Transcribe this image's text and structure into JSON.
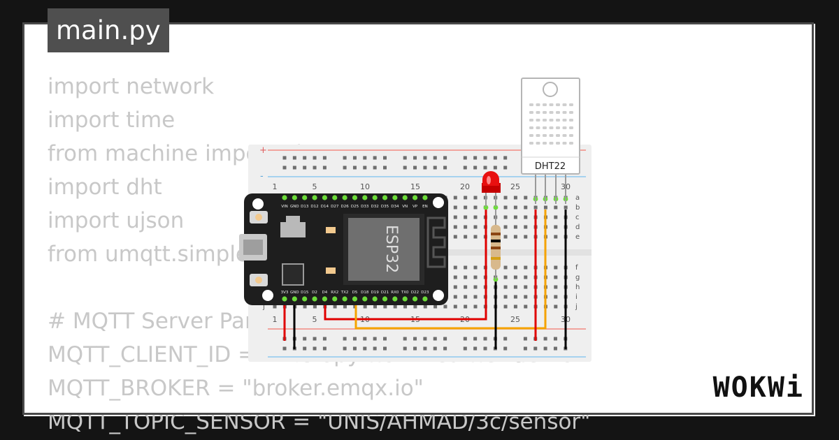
{
  "tab": {
    "filename": "main.py"
  },
  "code": {
    "lines": [
      "import network",
      "import time",
      "from machine import Pin",
      "import dht",
      "import ujson",
      "from umqtt.simple import MQTTClient",
      "",
      "# MQTT Server Parameters",
      "MQTT_CLIENT_ID = \"micropython-weather-demo\"",
      "MQTT_BROKER = \"broker.emqx.io\"",
      "MQTT_TOPIC_SENSOR = \"UNIS/AHMAD/3c/sensor\""
    ]
  },
  "board": {
    "chip_label": "ESP32",
    "top_pins": [
      "VIN",
      "GND",
      "D13",
      "D12",
      "D14",
      "D27",
      "D26",
      "D25",
      "D33",
      "D32",
      "D35",
      "D34",
      "VN",
      "VP",
      "EN"
    ],
    "bottom_pins": [
      "3V3",
      "GND",
      "D15",
      "D2",
      "D4",
      "RX2",
      "TX2",
      "D5",
      "D18",
      "D19",
      "D21",
      "RX0",
      "TX0",
      "D22",
      "D23"
    ]
  },
  "breadboard": {
    "column_numbers": [
      "1",
      "5",
      "10",
      "15",
      "20",
      "25",
      "30"
    ],
    "row_letters_top": [
      "a",
      "b",
      "c",
      "d",
      "e"
    ],
    "row_letters_bottom": [
      "f",
      "g",
      "h",
      "i",
      "j"
    ],
    "rail_plus": "+",
    "rail_minus": "-"
  },
  "sensor": {
    "label": "DHT22"
  },
  "brand": {
    "logo": "WOKWi"
  },
  "colors": {
    "background": "#141414",
    "card": "#ffffff",
    "code_text": "#c8c8c8",
    "tab_bg": "#4f4f4f",
    "board": "#1e1e1e",
    "pin_green": "#6ddc3a",
    "wire_red": "#e00000",
    "wire_orange": "#f5a300",
    "wire_black": "#000000",
    "led_red": "#e81010"
  }
}
